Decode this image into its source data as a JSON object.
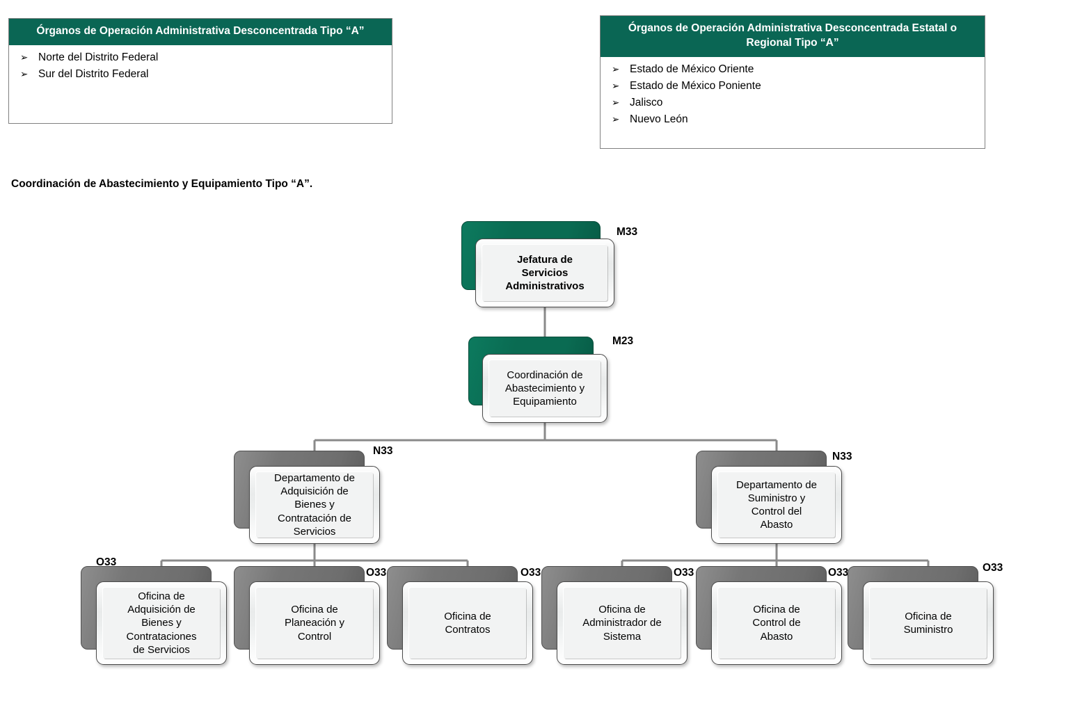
{
  "panels": [
    {
      "id": "panel-a",
      "title": "Órganos de Operación Administrativa\nDesconcentrada Tipo “A”",
      "bullet": "➢",
      "items": [
        "Norte del Distrito Federal",
        "Sur del Distrito Federal"
      ]
    },
    {
      "id": "panel-b",
      "title": "Órganos de Operación Administrativa\nDesconcentrada Estatal o Regional Tipo “A”",
      "bullet": "➢",
      "items": [
        "Estado de México Oriente",
        "Estado de México Poniente",
        "Jalisco",
        "Nuevo León"
      ]
    }
  ],
  "section_title": "Coordinación de Abastecimiento y Equipamiento Tipo “A”.",
  "colors": {
    "header_green": "#0a6654",
    "plate_green": "#0a6b52",
    "plate_gray": "#6e6e6e",
    "connector": "#8a8a8a",
    "text": "#000000"
  },
  "chart_data": {
    "type": "diagram",
    "title": "Coordinación de Abastecimiento y Equipamiento Tipo “A”.",
    "nodes": [
      {
        "id": "m33",
        "label": "Jefatura de\nServicios\nAdministrativos",
        "code": "M33",
        "level": 1,
        "plate": "green",
        "bold": true,
        "parent": null
      },
      {
        "id": "m23",
        "label": "Coordinación de\nAbastecimiento y\nEquipamiento",
        "code": "M23",
        "level": 2,
        "plate": "green",
        "bold": false,
        "parent": "m33"
      },
      {
        "id": "n33-adq",
        "label": "Departamento de\nAdquisición de\nBienes y\nContratación de\nServicios",
        "code": "N33",
        "level": 3,
        "plate": "gray",
        "bold": false,
        "parent": "m23"
      },
      {
        "id": "n33-sum",
        "label": "Departamento de\nSuministro y\nControl del\nAbasto",
        "code": "N33",
        "level": 3,
        "plate": "gray",
        "bold": false,
        "parent": "m23"
      },
      {
        "id": "o33-adq",
        "label": "Oficina de\nAdquisición de\nBienes y\nContrataciones\nde Servicios",
        "code": "O33",
        "level": 4,
        "plate": "gray",
        "bold": false,
        "parent": "n33-adq"
      },
      {
        "id": "o33-plan",
        "label": "Oficina de\nPlaneación y\nControl",
        "code": "O33",
        "level": 4,
        "plate": "gray",
        "bold": false,
        "parent": "n33-adq"
      },
      {
        "id": "o33-contr",
        "label": "Oficina de\nContratos",
        "code": "O33",
        "level": 4,
        "plate": "gray",
        "bold": false,
        "parent": "n33-adq"
      },
      {
        "id": "o33-admin",
        "label": "Oficina de\nAdministrador de\nSistema",
        "code": "O33",
        "level": 4,
        "plate": "gray",
        "bold": false,
        "parent": "n33-sum"
      },
      {
        "id": "o33-control",
        "label": "Oficina de\nControl de\nAbasto",
        "code": "O33",
        "level": 4,
        "plate": "gray",
        "bold": false,
        "parent": "n33-sum"
      },
      {
        "id": "o33-suministro",
        "label": "Oficina de\nSuministro",
        "code": "O33",
        "level": 4,
        "plate": "gray",
        "bold": false,
        "parent": "n33-sum"
      }
    ]
  }
}
